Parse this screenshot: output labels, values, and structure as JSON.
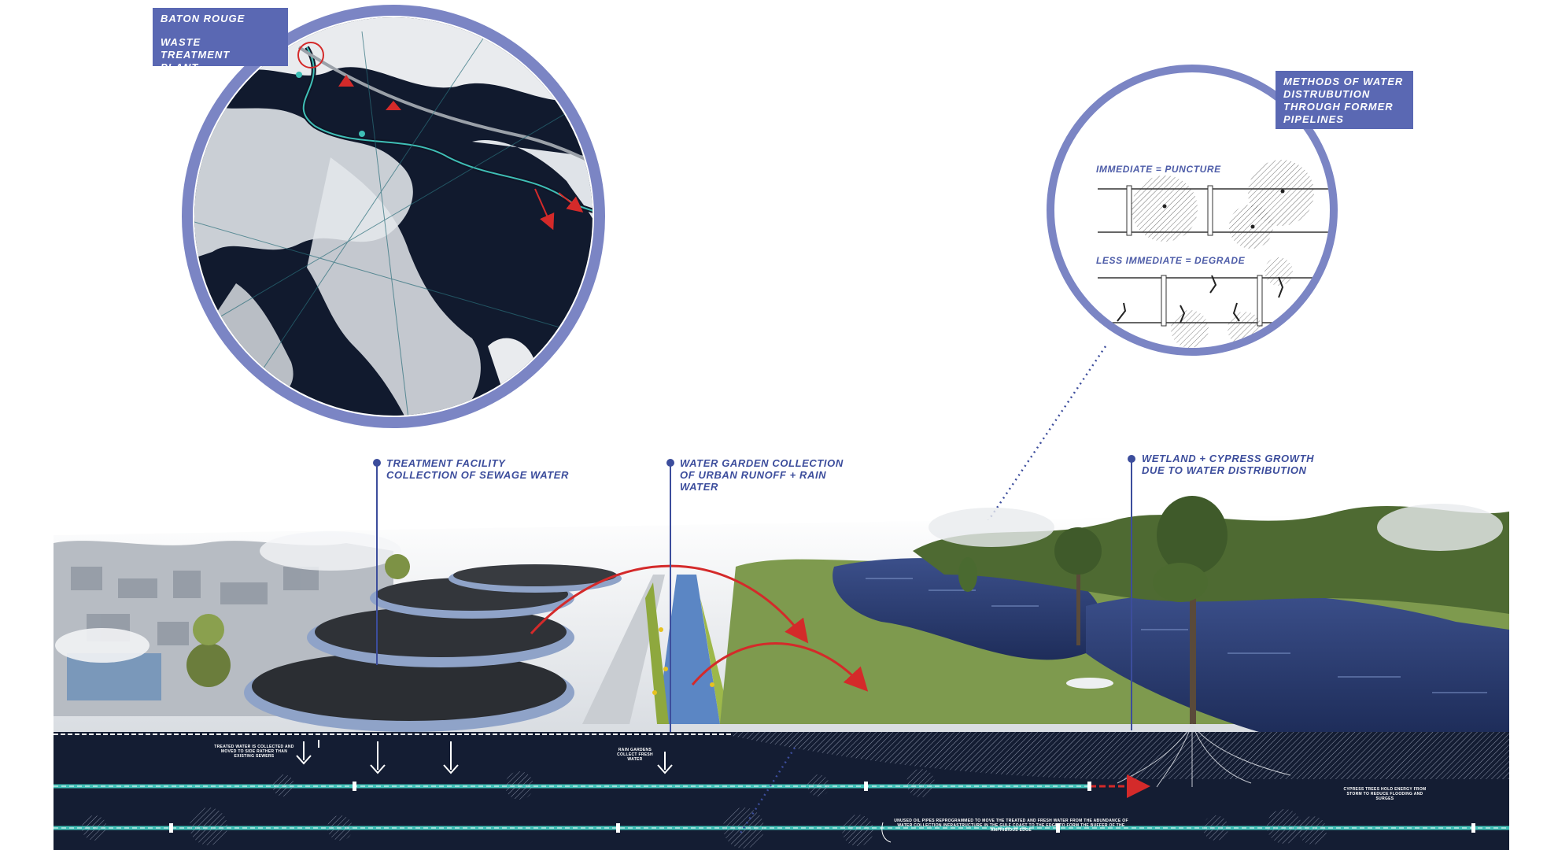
{
  "map_box": {
    "line1": "BATON ROUGE",
    "line2": "WASTE TREATMENT PLANT"
  },
  "methods_box": {
    "text": "METHODS OF WATER DISTRUBUTION THROUGH FORMER PIPELINES"
  },
  "pipe_inset": {
    "immediate": "IMMEDIATE = PUNCTURE",
    "less_immediate": "LESS IMMEDIATE = DEGRADE"
  },
  "callouts": {
    "treatment": "TREATMENT FACILITY COLLECTION OF SEWAGE WATER",
    "water_garden": "WATER GARDEN COLLECTION OF URBAN RUNOFF + RAIN WATER",
    "wetland": "WETLAND + CYPRESS GROWTH DUE TO WATER DISTRIBUTION"
  },
  "section_notes": {
    "treated_water": "TREATED WATER IS COLLECTED AND MOVED TO SIDE RATHER THAN EXISTING SEWERS",
    "rain_gardens": "RAIN GARDENS COLLECT FRESH WATER",
    "pipes_note": "UNUSED OIL PIPES REPROGRAMMED TO MOVE THE TREATED AND FRESH WATER FROM THE ABUNDANCE OF WATER COLLECTION INFRASTRUCTURE IN THE GULF COAST TO THE EDGE TO FORM THE BUFFER OF THE AMPHIBIOUS EDGE",
    "cypress_note": "CYPRESS TREES HOLD ENERGY FROM STORM TO REDUCE FLOODING AND SURGES"
  },
  "colors": {
    "accent_blue": "#5a68b3",
    "callout_blue": "#3c4d9c",
    "map_navy": "#111a2e",
    "section_navy": "#141d33",
    "pipe_teal": "#3fbfb6",
    "flow_red": "#d42a2a"
  }
}
